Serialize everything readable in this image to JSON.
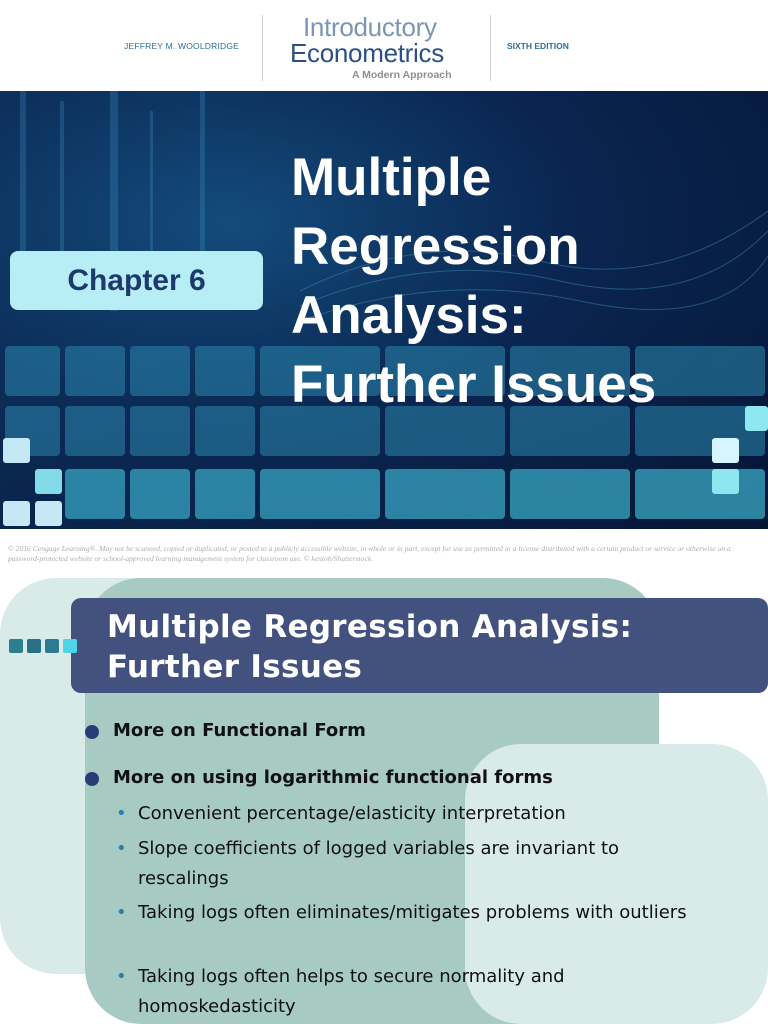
{
  "header": {
    "author": "JEFFREY M. WOOLDRIDGE",
    "book_title_line1": "Introductory",
    "book_title_line2": "Econometrics",
    "book_subtitle": "A Modern Approach",
    "edition": "SIXTH EDITION"
  },
  "cover": {
    "chapter_label": "Chapter 6",
    "title": "Multiple\nRegression\nAnalysis:\nFurther Issues",
    "copyright": "© 2016 Cengage Learning®. May not be scanned, copied or duplicated, or posted to a publicly accessible website, in whole or in part, except for use as permitted in a license distributed with a certain product or service or otherwise on a password-protected website or school-approved learning management system for classroom use.   © kentoh/Shutterstock."
  },
  "slide": {
    "title": "Multiple Regression Analysis: Further Issues",
    "bullets": [
      {
        "text": "More on Functional Form",
        "sub": []
      },
      {
        "text": "More on using logarithmic functional forms",
        "sub": [
          "Convenient percentage/elasticity interpretation",
          "Slope coefficients of logged variables are invariant to rescalings",
          "Taking logs often eliminates/mitigates problems with outliers",
          "Taking logs often helps to secure normality and homoskedasticity"
        ]
      }
    ]
  },
  "colors": {
    "title_bar": "#42517d",
    "chapter_box": "#b7eef6",
    "bullet_dot": "#2a3c77",
    "sub_bullet": "#2a7fae",
    "panel_light": "#d9ebe9",
    "panel_mid": "#a7cac3"
  }
}
